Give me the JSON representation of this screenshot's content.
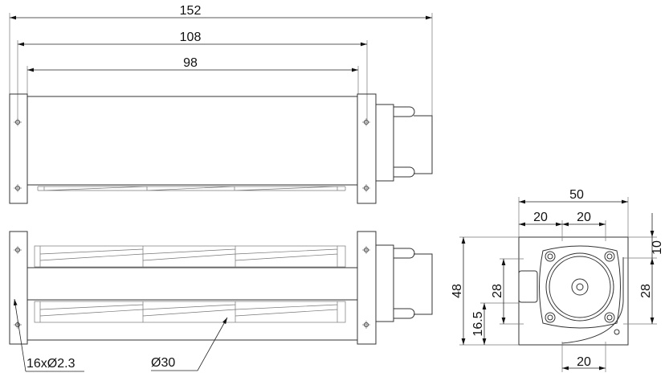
{
  "drawing": {
    "top_view": {
      "dims": {
        "overall": "152",
        "bracket_holes": "108",
        "body": "98"
      }
    },
    "front_view": {
      "hole_callout": "16xØ2.3",
      "impeller_diameter": "Ø30"
    },
    "side_view": {
      "dims": {
        "width": "50",
        "hole_spacing_a": "20",
        "hole_spacing_b": "20",
        "height": "48",
        "left_holes": "28",
        "left_offset": "16.5",
        "right_top": "10",
        "right_holes": "28",
        "outlet": "20"
      }
    }
  }
}
